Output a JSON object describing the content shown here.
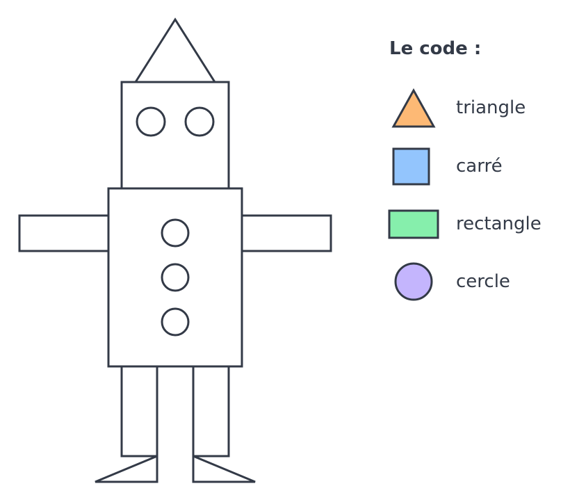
{
  "colors": {
    "stroke": "#333a47",
    "triangle_fill": "#fdb975",
    "square_fill": "#93c5fd",
    "rectangle_fill": "#86efac",
    "circle_fill": "#c4b5fd",
    "background": "#ffffff"
  },
  "legend": {
    "title": "Le code :",
    "items": [
      {
        "shape": "triangle",
        "label": "triangle"
      },
      {
        "shape": "square",
        "label": "carré"
      },
      {
        "shape": "rectangle",
        "label": "rectangle"
      },
      {
        "shape": "circle",
        "label": "cercle"
      }
    ]
  }
}
